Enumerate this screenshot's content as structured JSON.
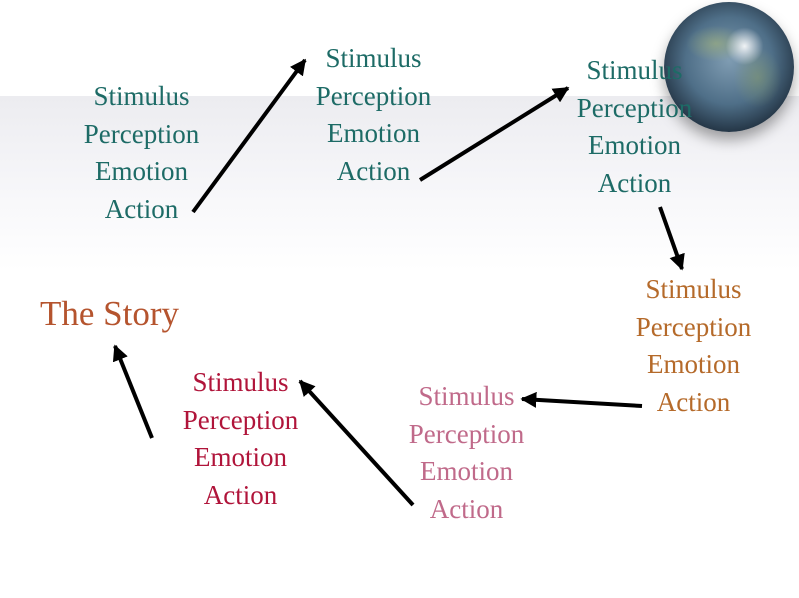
{
  "diagram": {
    "title": "The Story",
    "blocks": [
      {
        "lines": [
          "Stimulus",
          "Perception",
          "Emotion",
          "Action"
        ],
        "color": "#1d6b66"
      },
      {
        "lines": [
          "Stimulus",
          "Perception",
          "Emotion",
          "Action"
        ],
        "color": "#1d6b66"
      },
      {
        "lines": [
          "Stimulus",
          "Perception",
          "Emotion",
          "Action"
        ],
        "color": "#1d6b66"
      },
      {
        "lines": [
          "Stimulus",
          "Perception",
          "Emotion",
          "Action"
        ],
        "color": "#b56a2a"
      },
      {
        "lines": [
          "Stimulus",
          "Perception",
          "Emotion",
          "Action"
        ],
        "color": "#c06a8a"
      },
      {
        "lines": [
          "Stimulus",
          "Perception",
          "Emotion",
          "Action"
        ],
        "color": "#b0143a"
      }
    ],
    "title_color": "#b5542e",
    "arrow_color": "#000000"
  }
}
